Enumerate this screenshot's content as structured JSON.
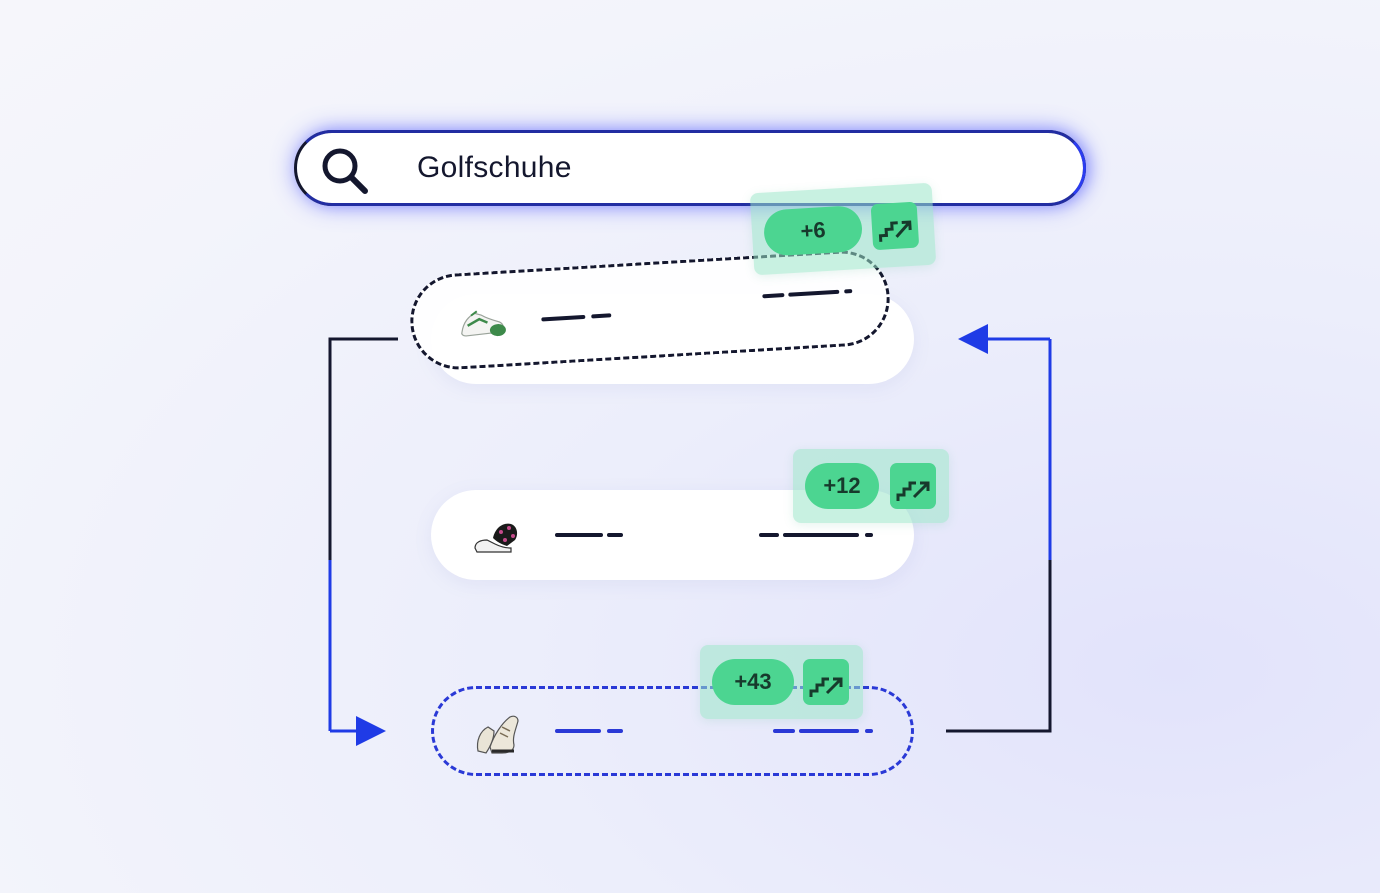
{
  "search": {
    "query": "Golfschuhe",
    "icon": "search-icon"
  },
  "results": [
    {
      "icon": "golf-shoe-white-green-icon",
      "rank_change": "+6",
      "trend_icon": "trend-up-icon"
    },
    {
      "icon": "golf-shoe-black-spikes-icon",
      "rank_change": "+12",
      "trend_icon": "trend-up-icon"
    },
    {
      "icon": "golf-shoe-beige-icon",
      "rank_change": "+43",
      "trend_icon": "trend-up-icon"
    }
  ],
  "colors": {
    "accent_blue": "#2a39d6",
    "dark_navy": "#14172e",
    "badge_green": "#4cd591",
    "badge_text": "#173a2c"
  }
}
